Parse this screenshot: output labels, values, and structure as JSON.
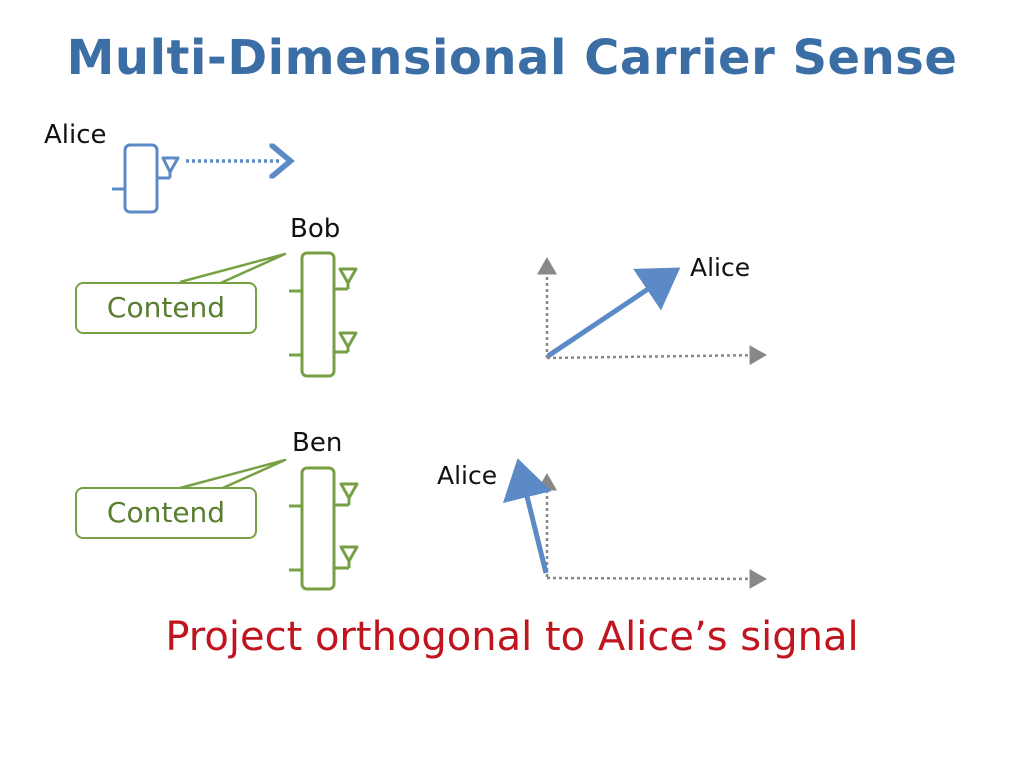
{
  "slide": {
    "title": "Multi-Dimensional Carrier Sense",
    "caption": "Project orthogonal to Alice’s signal",
    "colors": {
      "title": "#3b6ea5",
      "alice_node": "#5b8ac6",
      "receiver_node": "#77a044",
      "caption": "#c0141e",
      "axis": "#888888"
    }
  },
  "nodes": {
    "alice": {
      "label": "Alice"
    },
    "bob": {
      "label": "Bob",
      "callout": "Contend"
    },
    "ben": {
      "label": "Ben",
      "callout": "Contend"
    }
  },
  "plots": {
    "top": {
      "vector_label": "Alice"
    },
    "bottom": {
      "vector_label": "Alice"
    }
  }
}
